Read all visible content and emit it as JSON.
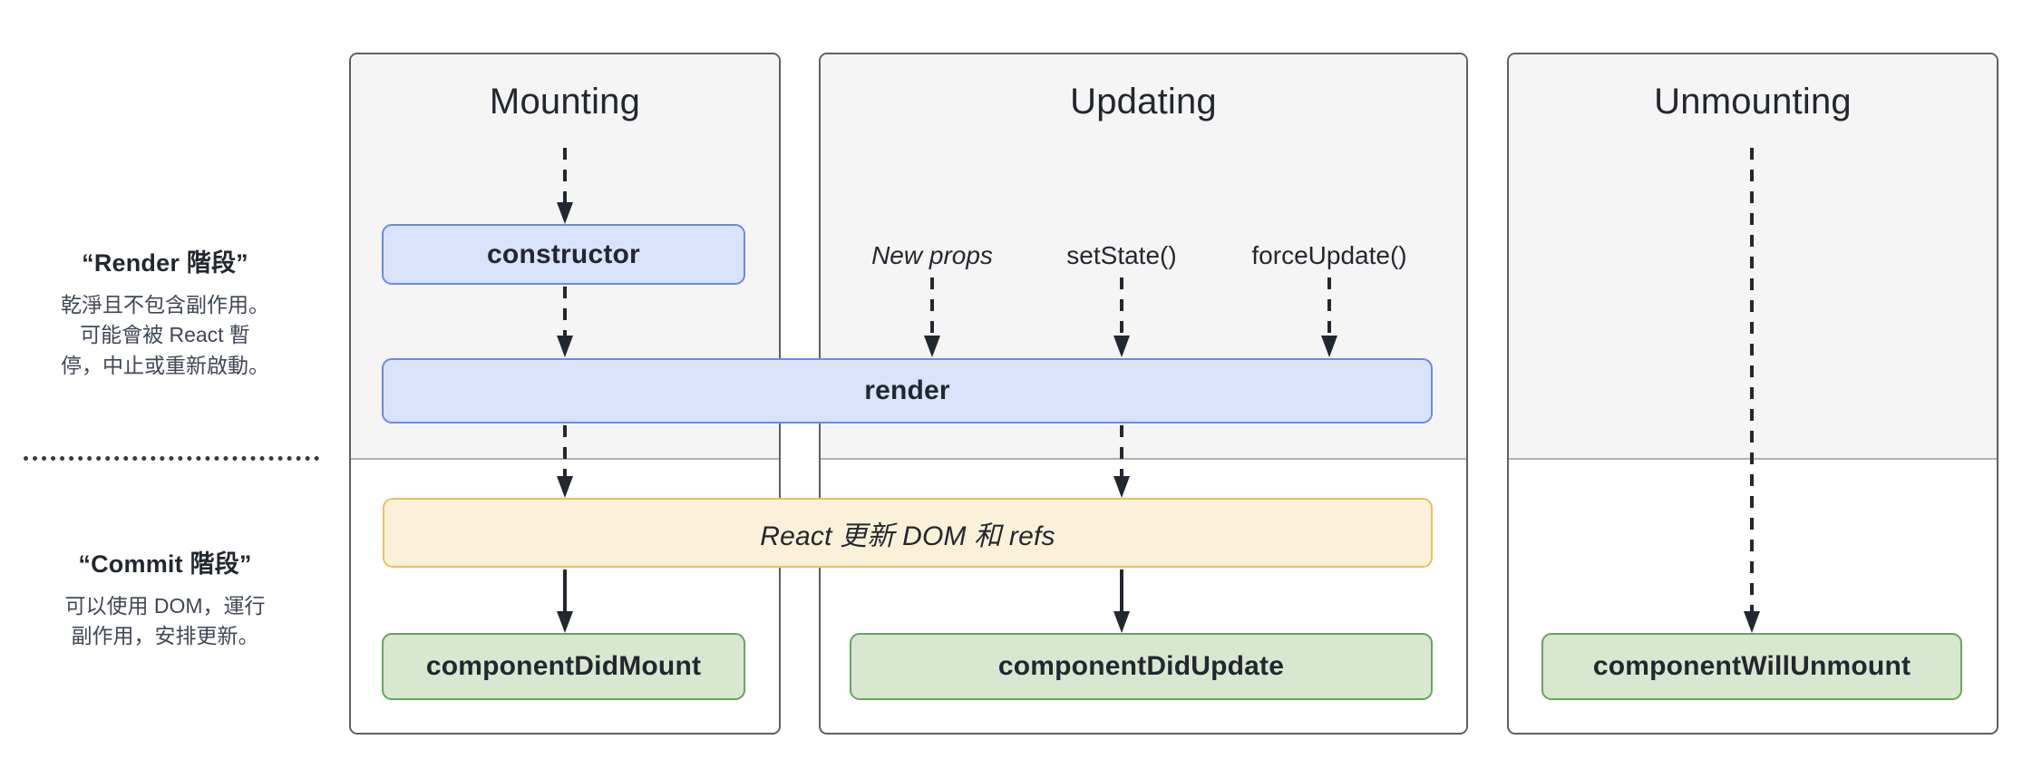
{
  "legend": {
    "render_phase": {
      "title": "“Render 階段”",
      "body_line1": "乾淨且不包含副作用。",
      "body_line2": "可能會被 React 暫",
      "body_line3": "停，中止或重新啟動。"
    },
    "commit_phase": {
      "title": "“Commit 階段”",
      "body_line1": "可以使用 DOM，運行",
      "body_line2": "副作用，安排更新。"
    }
  },
  "panels": {
    "mounting": {
      "title": "Mounting"
    },
    "updating": {
      "title": "Updating"
    },
    "unmounting": {
      "title": "Unmounting"
    }
  },
  "boxes": {
    "constructor": "constructor",
    "render": "render",
    "react_updates_dom": "React 更新 DOM 和 refs",
    "component_did_mount": "componentDidMount",
    "component_did_update": "componentDidUpdate",
    "component_will_unmount": "componentWillUnmount"
  },
  "triggers": {
    "new_props": "New props",
    "set_state": "setState()",
    "force_update": "forceUpdate()"
  },
  "colors": {
    "render_box_fill": "#d9e3fb",
    "render_box_border": "#6b8ae4",
    "commit_box_fill": "#d8e8d0",
    "commit_box_border": "#69a361",
    "dom_box_fill": "#fbf0d9",
    "dom_box_border": "#e9bf62",
    "panel_top_fill": "#f5f5f5",
    "panel_border": "#5c6166",
    "arrow": "#23272f",
    "text": "#23272f"
  }
}
